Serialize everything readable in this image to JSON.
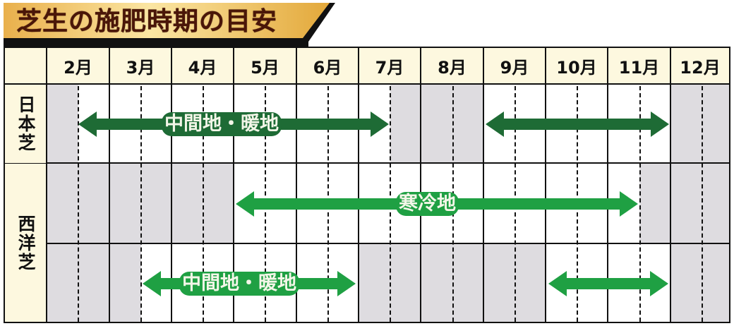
{
  "title": "芝生の施肥時期の目安",
  "colors": {
    "banner_gold_light": "#fbe6a3",
    "banner_gold_dark": "#e3a83a",
    "title_text": "#4a1608",
    "header_bg": "#fdf8df",
    "shade": "#dedce0",
    "dark_green": "#1e6b35",
    "bright_green": "#1fa043",
    "label_text": "#f3f6e8"
  },
  "table": {
    "months": [
      "2月",
      "3月",
      "4月",
      "5月",
      "6月",
      "7月",
      "8月",
      "9月",
      "10月",
      "11月",
      "12月"
    ],
    "row_groups": [
      {
        "label": "日本芝"
      },
      {
        "label": "西洋芝"
      }
    ]
  },
  "chart_data": {
    "type": "table",
    "title": "芝生の施肥時期の目安",
    "columns": [
      "2月",
      "3月",
      "4月",
      "5月",
      "6月",
      "7月",
      "8月",
      "9月",
      "10月",
      "11月",
      "12月"
    ],
    "rows": [
      {
        "group": "日本芝",
        "shaded_non_fertilizing_periods": [
          [
            "2月前半",
            "2月前半"
          ],
          [
            "7月後半",
            "8月"
          ],
          [
            "12月",
            "12月"
          ]
        ],
        "periods": [
          {
            "label": "中間地・暖地",
            "start": "2月中旬",
            "end": "7月中旬",
            "color": "#1e6b35"
          },
          {
            "label": "",
            "start": "9月上旬",
            "end": "11月末",
            "color": "#1e6b35"
          }
        ]
      },
      {
        "group": "西洋芝",
        "subgroup": "寒冷地",
        "shaded_non_fertilizing_periods": [
          [
            "2月",
            "4月"
          ],
          [
            "11月後半",
            "12月"
          ]
        ],
        "periods": [
          {
            "label": "寒冷地",
            "start": "5月上旬",
            "end": "11月中旬",
            "color": "#1fa043"
          }
        ]
      },
      {
        "group": "西洋芝",
        "subgroup": "中間地・暖地",
        "shaded_non_fertilizing_periods": [
          [
            "2月",
            "3月前半"
          ],
          [
            "7月",
            "9月"
          ],
          [
            "12月",
            "12月"
          ]
        ],
        "periods": [
          {
            "label": "中間地・暖地",
            "start": "3月中旬",
            "end": "6月末",
            "color": "#1fa043"
          },
          {
            "label": "",
            "start": "10月上旬",
            "end": "11月末",
            "color": "#1fa043"
          }
        ]
      }
    ]
  },
  "arrows": [
    {
      "label": "中間地・暖地"
    },
    {
      "label": "寒冷地"
    },
    {
      "label": "中間地・暖地"
    }
  ]
}
